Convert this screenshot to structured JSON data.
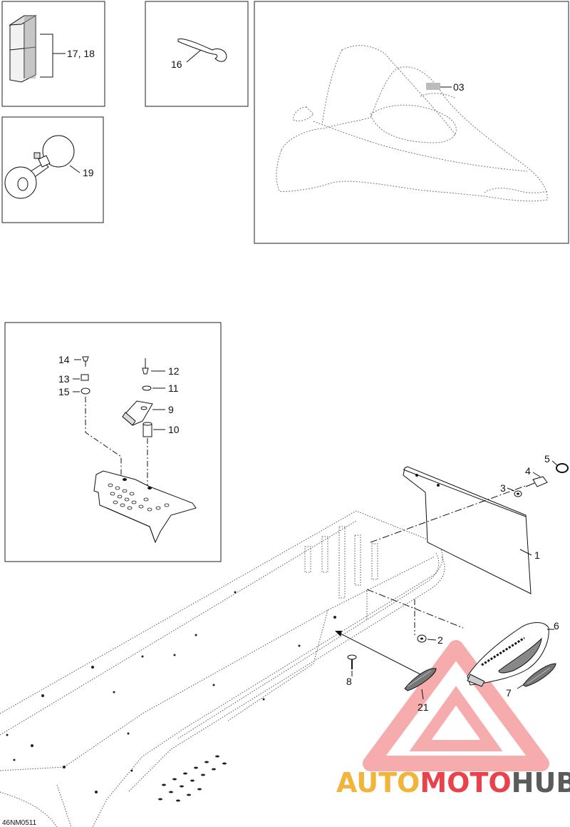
{
  "diagram": {
    "code": "46NM0511",
    "boxes": {
      "top_left": {
        "callout": "17, 18"
      },
      "top_middle": {
        "callout": "16"
      },
      "top_right": {
        "callout": "03"
      },
      "mid_left": {
        "callout": "19"
      },
      "inset": {
        "callouts": [
          "14",
          "13",
          "15",
          "12",
          "11",
          "9",
          "10"
        ]
      }
    },
    "main_callouts": [
      "5",
      "4",
      "3",
      "1",
      "2",
      "6",
      "8",
      "7",
      "21"
    ]
  },
  "watermark": {
    "part1": "AUTO",
    "part2": "MOTO",
    "part3": "HUB",
    "colors": {
      "orange": "#f2b43a",
      "red": "#e9424a",
      "dark": "#5b5b5b"
    }
  }
}
